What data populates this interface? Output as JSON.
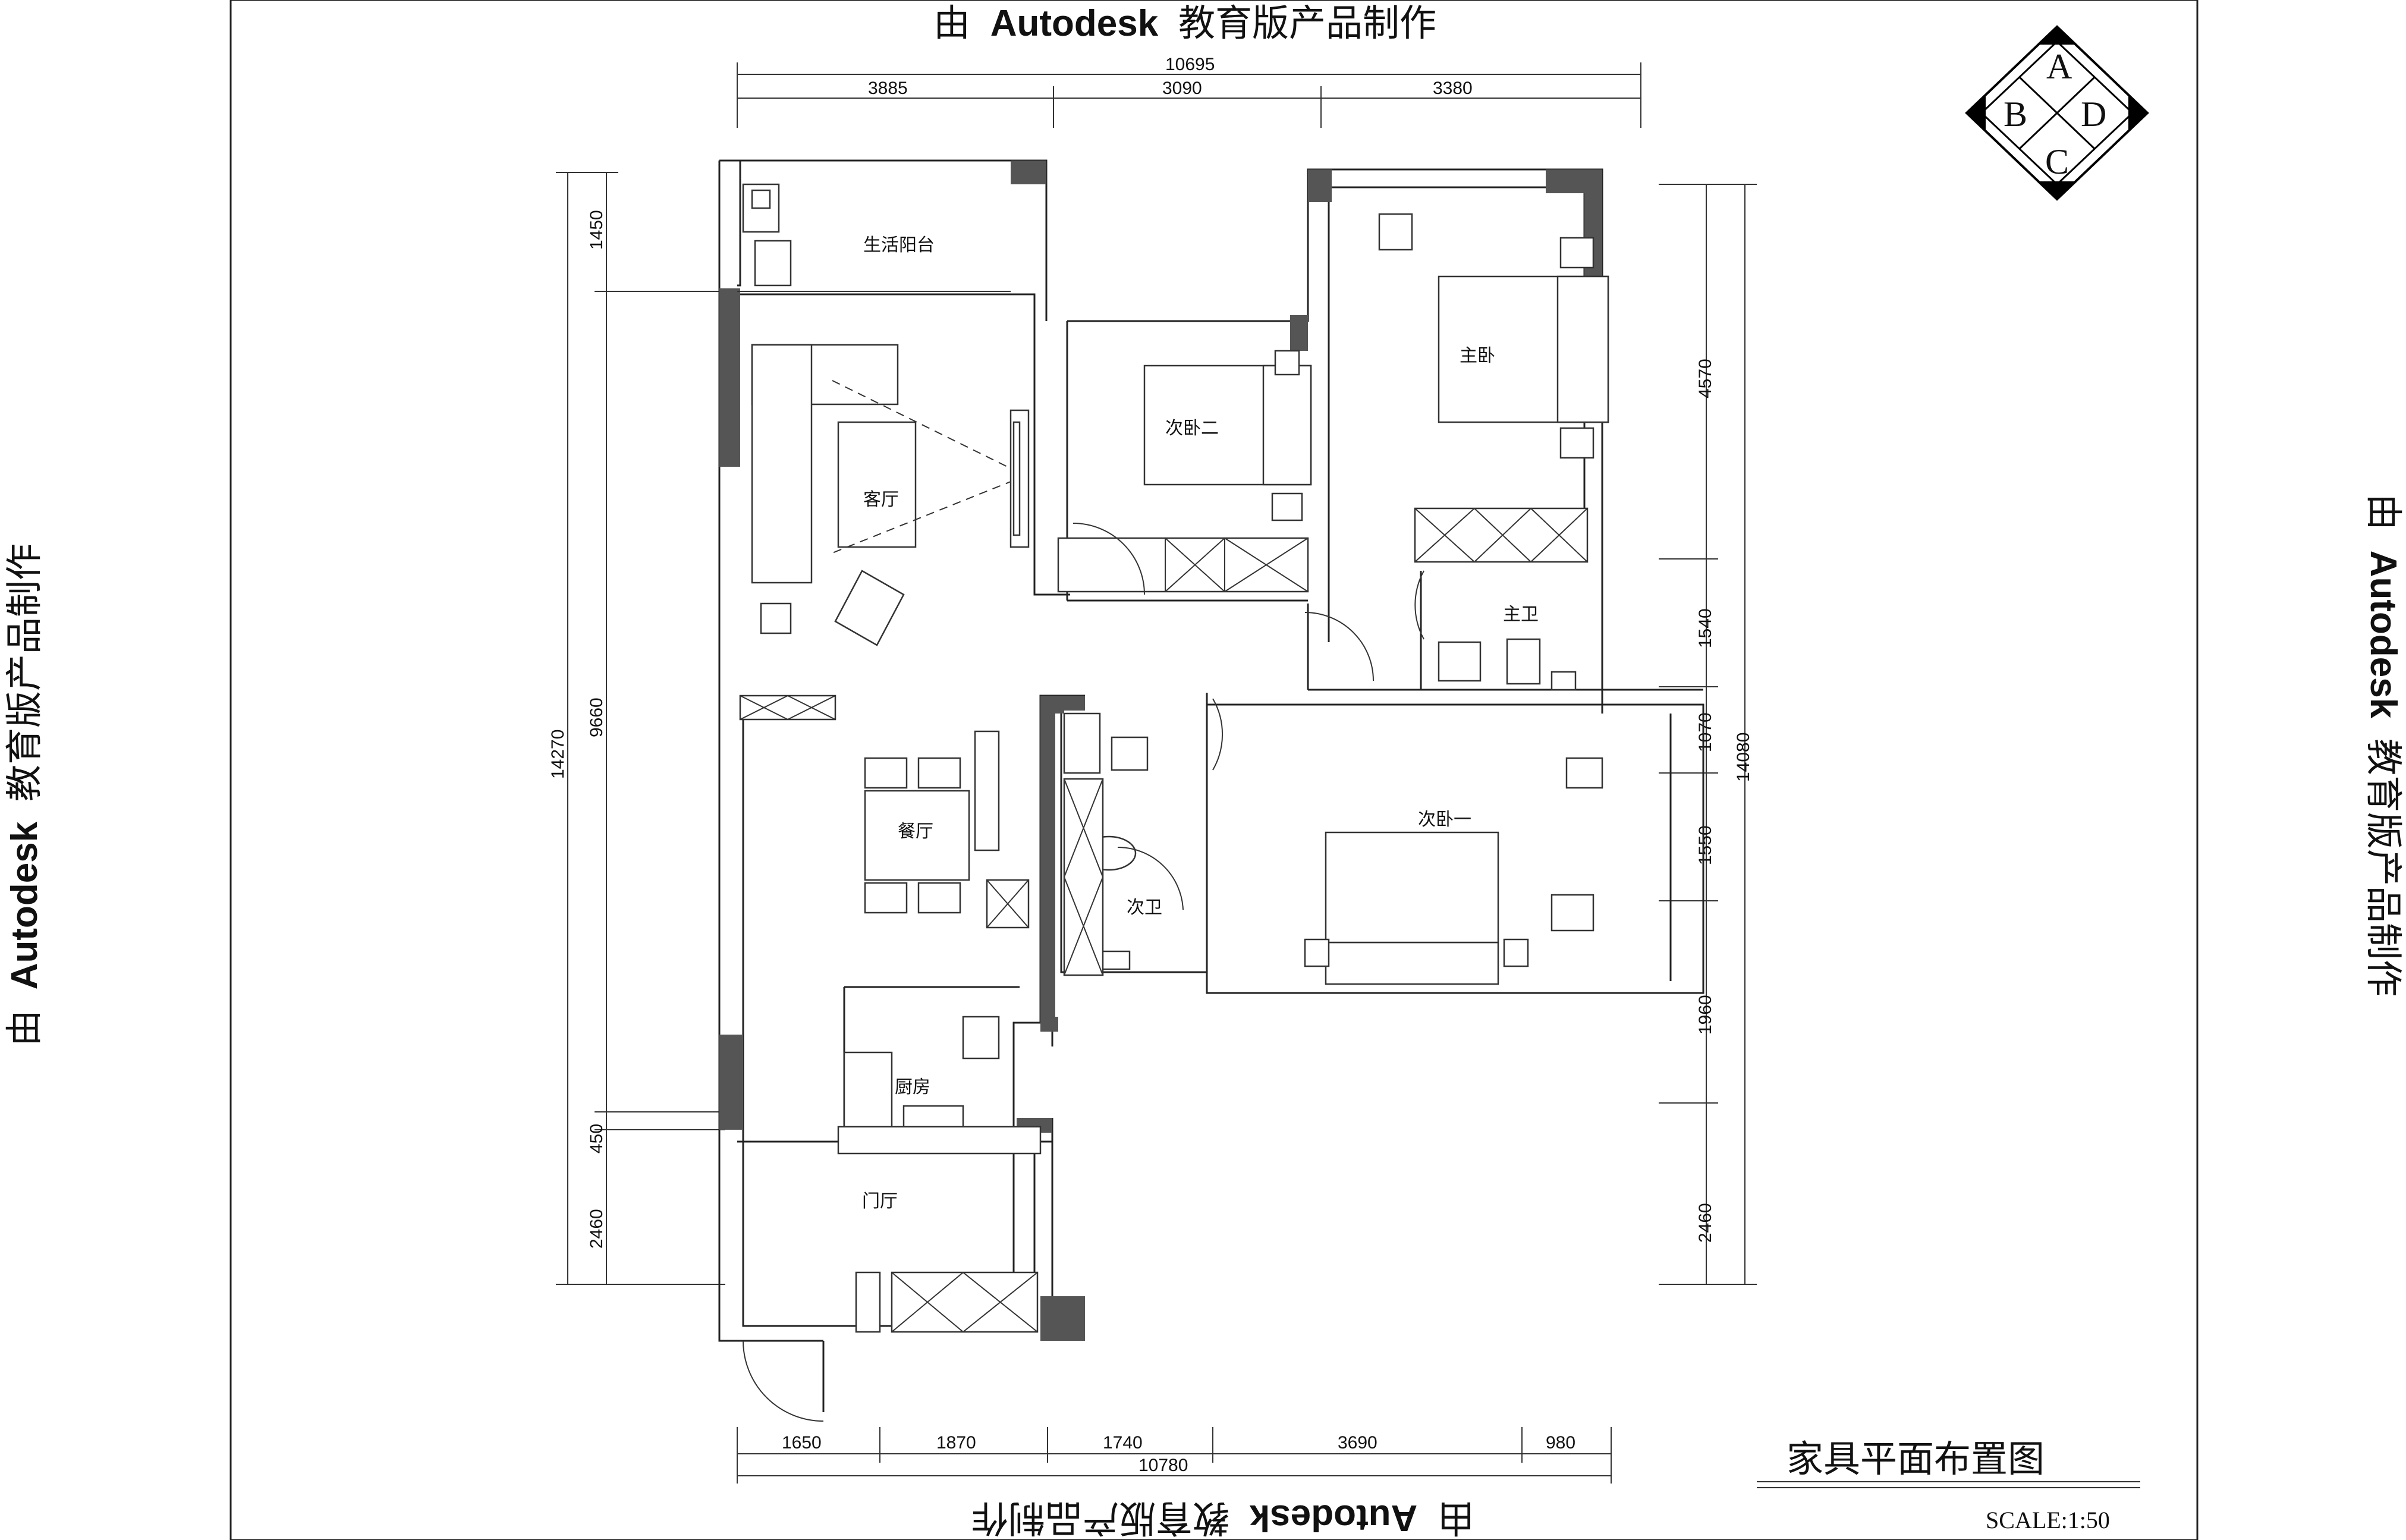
{
  "watermark": {
    "text": "由 Autodesk 教育版产品制作",
    "prefix": "由",
    "brand": "Autodesk",
    "suffix": "教育版产品制作"
  },
  "rooms": {
    "balcony": "生活阳台",
    "living": "客厅",
    "bedroom2": "次卧二",
    "master_bedroom": "主卧",
    "master_bath": "主卫",
    "dining": "餐厅",
    "bath2": "次卫",
    "bedroom1": "次卧一",
    "kitchen": "厨房",
    "foyer": "门厅"
  },
  "dimensions": {
    "top_total": "10695",
    "top": [
      "3885",
      "3090",
      "3380"
    ],
    "bottom_total": "10780",
    "bottom": [
      "1650",
      "1870",
      "1740",
      "3690",
      "980"
    ],
    "left_total": "14270",
    "left": [
      "1450",
      "9660",
      "450",
      "2460"
    ],
    "right_total": "14080",
    "right": [
      "4570",
      "1540",
      "1070",
      "1550",
      "1960",
      "2460"
    ]
  },
  "compass": {
    "a": "A",
    "b": "B",
    "c": "C",
    "d": "D"
  },
  "title_block": {
    "title": "家具平面布置图",
    "scale": "SCALE:1:50"
  }
}
